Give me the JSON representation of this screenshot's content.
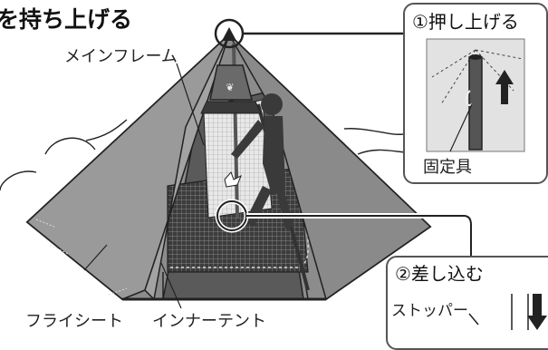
{
  "title": "を持ち上げる",
  "labels": {
    "main_frame": "メインフレーム",
    "fly_sheet": "フライシート",
    "inner_tent": "インナーテント",
    "fixture": "固定具",
    "stopper": "ストッパー"
  },
  "steps": {
    "step1": "①押し上げる",
    "step2": "②差し込む"
  },
  "colors": {
    "tent_body": "#8c8c8c",
    "tent_shadow": "#5e5e5e",
    "mesh_dark": "#4a4a4a",
    "outline": "#222222",
    "panel_border": "#555555",
    "inset_bg": "#e2e2e2"
  }
}
